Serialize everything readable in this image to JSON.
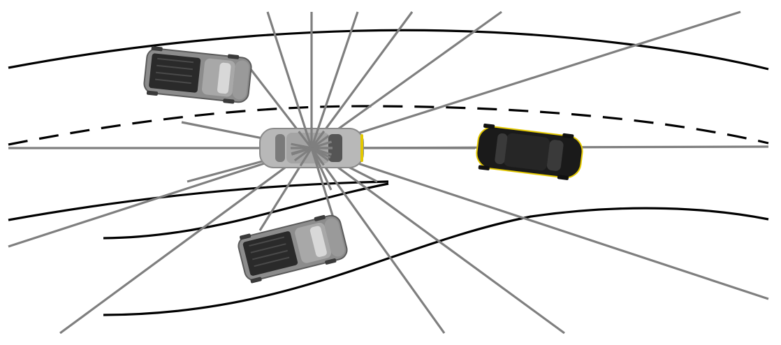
{
  "diagram": {
    "ego_vehicle": {
      "kind": "car",
      "color": "#b8b8b8",
      "role": "sensing vehicle"
    },
    "ray_color": "#7f7f7f",
    "vehicles": [
      {
        "name": "pickup-upper-left",
        "kind": "pickup truck",
        "color": "#8c8c8c"
      },
      {
        "name": "pickup-lower",
        "kind": "pickup truck",
        "color": "#8c8c8c"
      },
      {
        "name": "sedan-right",
        "kind": "car",
        "color": "#1a1a1a",
        "accent": "#e3c800"
      }
    ],
    "road": {
      "line_color": "#000000",
      "dashed_center_line": true
    }
  }
}
